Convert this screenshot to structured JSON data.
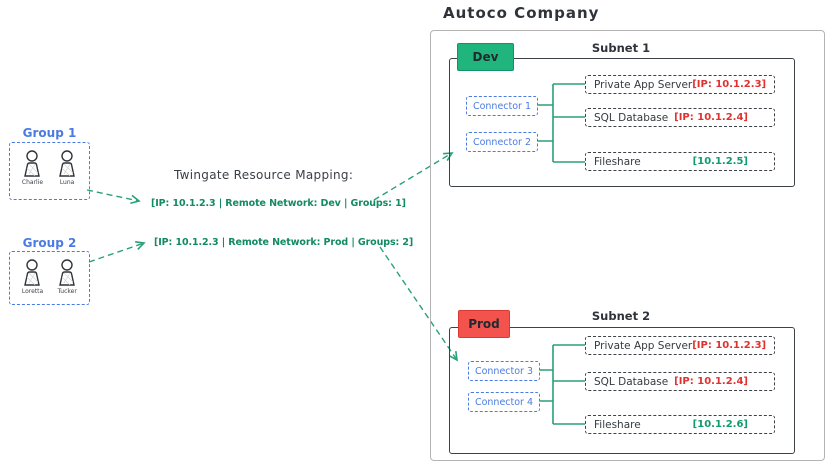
{
  "title": "Autoco Company",
  "colors": {
    "dev_tag_green": "#21b57e",
    "prod_tag_red": "#f4524d",
    "line_green": "#2aa07a",
    "mapping_text_green": "#128a63",
    "ip_red": "#e03131",
    "ip_green": "#0f9b6c",
    "blue": "#4a7be4",
    "dark": "#343a40"
  },
  "mapping": {
    "title": "Twingate Resource Mapping:",
    "entries": [
      "[IP: 10.1.2.3 | Remote Network: Dev | Groups: 1]",
      "[IP: 10.1.2.3 | Remote Network: Prod | Groups: 2]"
    ]
  },
  "groups": [
    {
      "label": "Group 1",
      "members": [
        "Charlie",
        "Luna"
      ]
    },
    {
      "label": "Group 2",
      "members": [
        "Loretta",
        "Tucker"
      ]
    }
  ],
  "subnets": [
    {
      "name": "Subnet 1",
      "tag": "Dev",
      "connectors": [
        "Connector 1",
        "Connector 2"
      ],
      "resources": [
        {
          "label": "Private App Server",
          "ip": "[IP: 10.1.2.3]",
          "ip_color": "red"
        },
        {
          "label": "SQL Database",
          "ip": "[IP: 10.1.2.4]",
          "ip_color": "red"
        },
        {
          "label": "Fileshare",
          "ip": "[10.1.2.5]",
          "ip_color": "green"
        }
      ]
    },
    {
      "name": "Subnet 2",
      "tag": "Prod",
      "connectors": [
        "Connector 3",
        "Connector 4"
      ],
      "resources": [
        {
          "label": "Private App Server",
          "ip": "[IP: 10.1.2.3]",
          "ip_color": "red"
        },
        {
          "label": "SQL Database",
          "ip": "[IP: 10.1.2.4]",
          "ip_color": "red"
        },
        {
          "label": "Fileshare",
          "ip": "[10.1.2.6]",
          "ip_color": "green"
        }
      ]
    }
  ]
}
